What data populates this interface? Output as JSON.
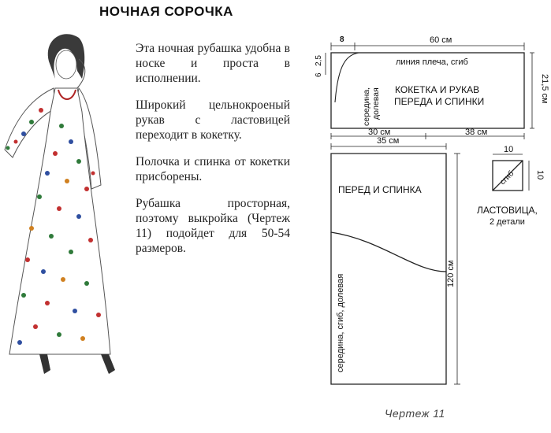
{
  "title": "НОЧНАЯ СОРОЧКА",
  "paragraphs": [
    "Эта ночная рубашка удобна в носке и проста в исполнении.",
    "Широкий цельнокроеный рукав с ластовицей переходит в кокетку.",
    "Полочка и спинка от кокетки присборены.",
    "Рубашка просторная, поэтому выкройка (Чертеж 11) подойдет для 50-54 размеров."
  ],
  "pattern": {
    "yoke": {
      "dim_top": "60 см",
      "dim_8": "8",
      "dim_2_5": "2,5",
      "dim_6": "6",
      "dim_right": "21,5 см",
      "shoulder_line": "линия плеча, сгиб",
      "center_fold_1": "середина,",
      "center_fold_2": "долевая",
      "label_1": "КОКЕТКА И РУКАВ",
      "label_2": "ПЕРЕДА И СПИНКИ",
      "dim_bottom_left": "30 см",
      "dim_bottom_right": "38 см"
    },
    "front_back": {
      "dim_top": "35 см",
      "label": "ПЕРЕД И СПИНКА",
      "dim_right": "120 см",
      "center_fold": "середина, сгиб, долевая"
    },
    "gusset": {
      "dim_top": "10",
      "dim_right": "10",
      "fold": "сгиб",
      "label": "ЛАСТОВИЦА,",
      "count": "2 детали"
    }
  },
  "caption": "Чертеж 11"
}
